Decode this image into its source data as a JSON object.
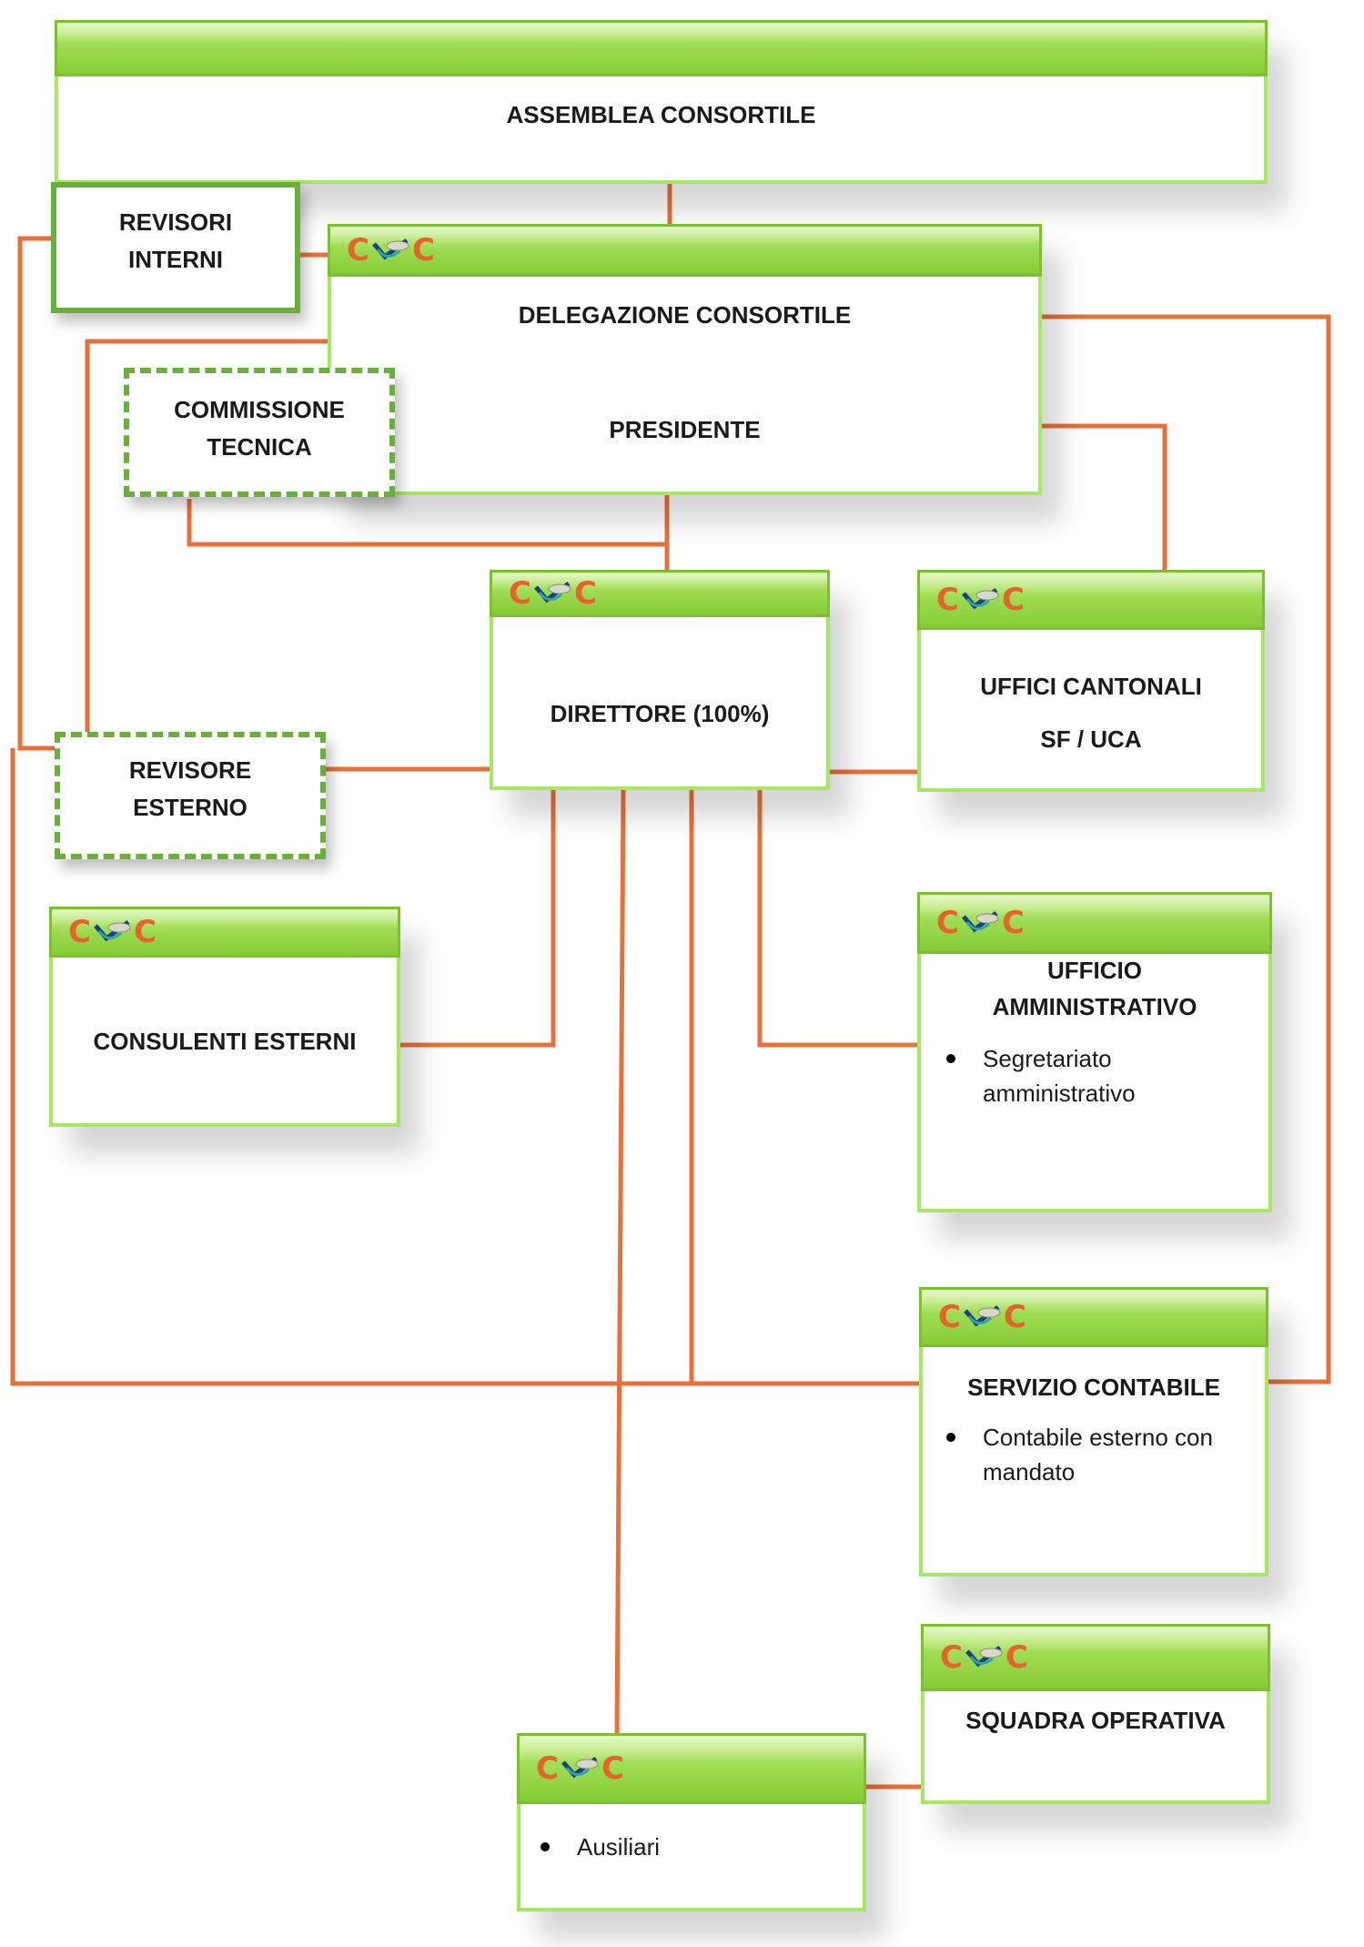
{
  "boxes": {
    "assemblea": {
      "title": "ASSEMBLEA CONSORTILE"
    },
    "revisori_interni": {
      "line1": "REVISORI",
      "line2": "INTERNI"
    },
    "delegazione": {
      "title": "DELEGAZIONE CONSORTILE",
      "subtitle": "PRESIDENTE"
    },
    "commissione": {
      "line1": "COMMISSIONE",
      "line2": "TECNICA"
    },
    "direttore": {
      "title": "DIRETTORE (100%)"
    },
    "uffici_cantonali": {
      "line1": "UFFICI CANTONALI",
      "line2": "SF / UCA"
    },
    "revisore_esterno": {
      "line1": "REVISORE",
      "line2": "ESTERNO"
    },
    "consulenti": {
      "title": "CONSULENTI ESTERNI"
    },
    "ufficio_amm": {
      "line1": "UFFICIO",
      "line2": "AMMINISTRATIVO",
      "items": [
        "Segretariato amministrativo"
      ]
    },
    "servizio_contabile": {
      "title": "SERVIZIO CONTABILE",
      "items": [
        "Contabile esterno con mandato"
      ]
    },
    "squadra": {
      "title": "SQUADRA OPERATIVA"
    },
    "ausiliari": {
      "items": [
        "Ausiliari"
      ]
    }
  },
  "logo": {
    "left": "C",
    "right": "C"
  },
  "colors": {
    "connector": "#e8703a",
    "header": "#9fdc52",
    "border": "#a6e85f"
  }
}
